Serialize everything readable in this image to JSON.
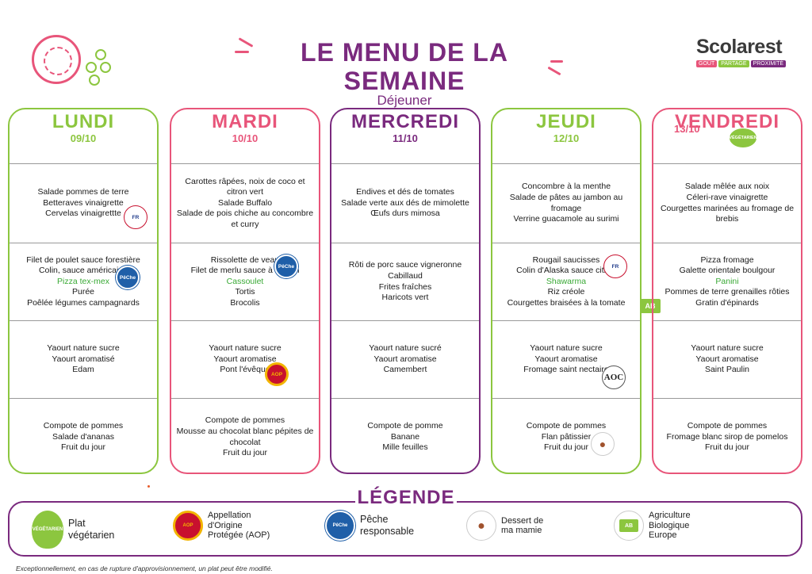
{
  "header": {
    "title": "LE MENU DE LA SEMAINE",
    "subtitle": "Déjeuner",
    "logo_name": "Scolarest",
    "logo_tags": [
      "GOÛT",
      "PARTAGE",
      "PROXIMITÉ"
    ],
    "logo_tag_colors": [
      "#e8557a",
      "#8cc63f",
      "#7a2a7e"
    ]
  },
  "days": [
    {
      "name": "LUNDI",
      "date": "09/10",
      "color": "#8cc63f",
      "starters": [
        "Salade pommes de terre",
        "Betteraves vinaigrette",
        "Cervelas vinaigrettte"
      ],
      "mains": [
        "Filet de poulet sauce forestière",
        "Colin, sauce américaine",
        "Pizza tex-mex",
        "Purée",
        "Poêlée légumes campagnards"
      ],
      "dairy": [
        "Yaourt nature sucre",
        "Yaourt aromatisé",
        "Edam"
      ],
      "desserts": [
        "Compote de pommes",
        "Salade d'ananas",
        "Fruit du jour"
      ]
    },
    {
      "name": "MARDI",
      "date": "10/10",
      "color": "#e8557a",
      "starters": [
        "Carottes râpées, noix de coco et citron vert",
        "Salade Buffalo",
        "Salade de pois chiche au concombre et curry"
      ],
      "mains": [
        "Rissolette de veau",
        "Filet de merlu sauce à l'aneth",
        "Cassoulet",
        "Tortis",
        "Brocolis"
      ],
      "dairy": [
        "Yaourt nature sucre",
        "Yaourt aromatise",
        "Pont l'évêque"
      ],
      "desserts": [
        "Compote de pommes",
        "Mousse au chocolat blanc pépites de chocolat",
        "Fruit du jour"
      ]
    },
    {
      "name": "MERCREDI",
      "date": "11/10",
      "color": "#7a2a7e",
      "starters": [
        "Endives et dés de tomates",
        "Salade verte aux dés de mimolette",
        "Œufs durs mimosa"
      ],
      "mains": [
        "Rôti de porc sauce vigneronne",
        "Cabillaud",
        "Frites fraîches",
        "Haricots vert"
      ],
      "dairy": [
        "Yaourt nature sucré",
        "Yaourt aromatise",
        "Camembert"
      ],
      "desserts": [
        "Compote de pomme",
        "Banane",
        "Mille feuilles"
      ]
    },
    {
      "name": "JEUDI",
      "date": "12/10",
      "color": "#8cc63f",
      "starters": [
        "Concombre à la menthe",
        "Salade de pâtes au jambon au fromage",
        "Verrine guacamole au surimi"
      ],
      "mains": [
        "Rougail saucisses",
        "Colin d'Alaska sauce citron",
        "Shawarma",
        "Riz créole",
        "Courgettes braisées à la tomate"
      ],
      "dairy": [
        "Yaourt nature sucre",
        "Yaourt aromatise",
        "Fromage saint nectaire"
      ],
      "desserts": [
        "Compote de pommes",
        "Flan pâtissier",
        "Fruit du jour"
      ]
    },
    {
      "name": "VENDREDI",
      "date": "13/10",
      "color": "#e8557a",
      "starters": [
        "Salade mêlée aux noix",
        "Céleri-rave vinaigrette",
        "Courgettes marinées au fromage de brebis"
      ],
      "mains": [
        "Pizza fromage",
        "Galette orientale boulgour",
        "Panini",
        "Pommes de terre grenailles rôties",
        "Gratin d'épinards"
      ],
      "dairy": [
        "Yaourt nature sucre",
        "Yaourt aromatise",
        "Saint Paulin"
      ],
      "desserts": [
        "Compote de pommes",
        "Fromage blanc sirop de pomelos",
        "Fruit du jour"
      ]
    }
  ],
  "badges": {
    "peche": "PêChe",
    "fr": "FR",
    "aop": "AOP",
    "aoc": "AOC",
    "veg": "VÉGÉTARIEN",
    "bio": "AB"
  },
  "legend": {
    "title": "LÉGENDE",
    "items": [
      {
        "label": "Plat\nvégétarien",
        "icon": "vegetarian-icon"
      },
      {
        "label": "Appellation\nd'Origine\nProtégée (AOP)",
        "icon": "aop-icon"
      },
      {
        "label": "Pêche\nresponsable",
        "icon": "peche-responsable-icon"
      },
      {
        "label": "Dessert de\nma mamie",
        "icon": "cupcake-icon"
      },
      {
        "label": "Agriculture\nBiologique\nEurope",
        "icon": "eu-organic-icon"
      }
    ]
  },
  "footnote": "Exceptionnellement, en cas de rupture d'approvisionnement, un plat peut être modifié."
}
